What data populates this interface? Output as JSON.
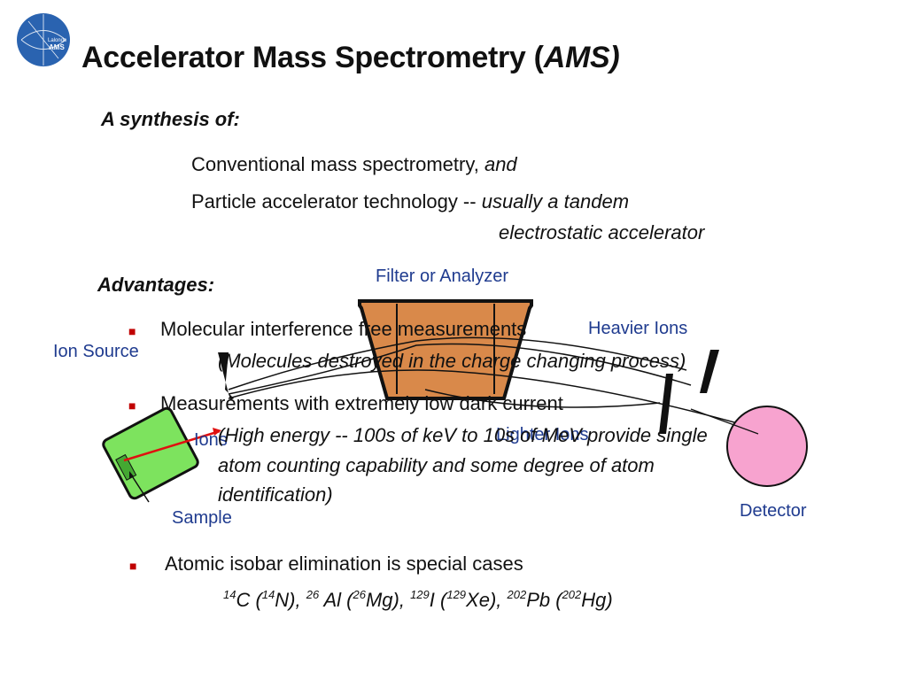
{
  "logo": {
    "line1": "Lalonde",
    "line2": "AMS"
  },
  "title": {
    "main": "Accelerator Mass Spectrometry  (",
    "em": "AMS)"
  },
  "synthesis": {
    "heading": "A synthesis of:",
    "item1_text": "Conventional mass spectrometry,  ",
    "item1_em": "and",
    "item2_text": "Particle accelerator technology -- ",
    "item2_em": "usually a tandem",
    "item2_em_cont": "electrostatic accelerator"
  },
  "advantages": {
    "heading": "Advantages:",
    "b1": "Molecular interference free measurements",
    "b1_sub": "(Molecules destroyed in the charge changing process)",
    "b2": "Measurements with extremely low dark current",
    "b2_sub1": "(High energy  -- 100s of keV to 10s of MeV provide single",
    "b2_sub2": "atom counting capability and some degree of atom",
    "b2_sub3": "identification)",
    "b3": "Atomic isobar elimination is special cases",
    "isobars": {
      "c_mass": "14",
      "c": "C (",
      "n_mass": "14",
      "n": "N),  ",
      "al_mass": "26",
      "al": " Al (",
      "mg_mass": "26",
      "mg": "Mg), ",
      "i_mass": "129",
      "i": "I (",
      "xe_mass": "129",
      "xe": "Xe), ",
      "pb_mass": "202",
      "pb": "Pb (",
      "hg_mass": "202",
      "hg": "Hg)"
    }
  },
  "diagram": {
    "filter_label": "Filter or Analyzer",
    "heavier_label": "Heavier Ions",
    "ion_source_label": "Ion Source",
    "ions_label": "Ions",
    "lighter_label": "Lighter Ions",
    "sample_label": "Sample",
    "detector_label": "Detector",
    "colors": {
      "filter": "#d9894a",
      "source": "#7de35e",
      "detector": "#f7a3cf",
      "beam": "#e01010",
      "label": "#1f3b8f"
    }
  }
}
